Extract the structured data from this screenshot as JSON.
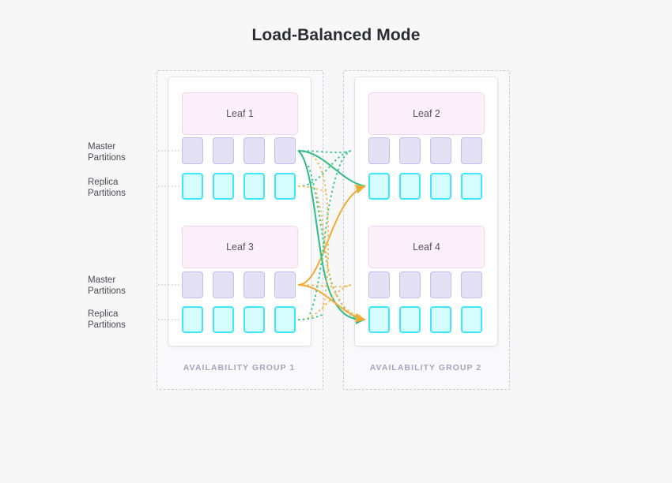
{
  "page": {
    "title": "Load-Balanced Mode",
    "background": "#f7f7f8"
  },
  "colors": {
    "master_fill": "#e4e1f5",
    "master_border": "#c5bdec",
    "replica_fill": "#d6fdff",
    "replica_border": "#41e6fb",
    "leaf_fill": "#fcf0fb",
    "leaf_border": "#f3d4ee",
    "green_flow": "#2fbd82",
    "orange_flow": "#f0ab33",
    "caption": "#a6a3bb",
    "leader_line": "#b9b9c4"
  },
  "availability_groups": [
    {
      "id": "ag1",
      "caption": "AVAILABILITY GROUP 1",
      "leaves": [
        {
          "id": "leaf1",
          "label": "Leaf 1",
          "master_label": "Master Partitions",
          "master_label_line1": "Master",
          "master_label_line2": "Partitions",
          "replica_label": "Replica Partitions",
          "replica_label_line1": "Replica",
          "replica_label_line2": "Partitions",
          "master_partitions": 4,
          "replica_partitions": 4
        },
        {
          "id": "leaf3",
          "label": "Leaf 3",
          "master_label": "Master Partitions",
          "master_label_line1": "Master",
          "master_label_line2": "Partitions",
          "replica_label": "Replica Partitions",
          "replica_label_line1": "Replica",
          "replica_label_line2": "Partitions",
          "master_partitions": 4,
          "replica_partitions": 4
        }
      ]
    },
    {
      "id": "ag2",
      "caption": "AVAILABILITY GROUP 2",
      "leaves": [
        {
          "id": "leaf2",
          "label": "Leaf 2",
          "master_partitions": 4,
          "replica_partitions": 4
        },
        {
          "id": "leaf4",
          "label": "Leaf 4",
          "master_partitions": 4,
          "replica_partitions": 4
        }
      ]
    }
  ],
  "flows": [
    {
      "id": "f1",
      "from": "leaf1-master-4",
      "to": "leaf4-replica-1",
      "color": "#2fbd82",
      "style": "solid",
      "arrow": true
    },
    {
      "id": "f2",
      "from": "leaf1-master-4",
      "to": "leaf2-master-1",
      "color": "#2fbd82",
      "style": "dotted",
      "arrow": false
    },
    {
      "id": "f3",
      "from": "leaf1-master-4",
      "to": "leaf2-replica-1",
      "color": "#2fbd82",
      "style": "solid",
      "arrow": false
    },
    {
      "id": "f4",
      "from": "leaf1-replica-4",
      "to": "leaf2-master-1",
      "color": "#2fbd82",
      "style": "dotted",
      "arrow": false
    },
    {
      "id": "f5",
      "from": "leaf1-replica-4",
      "to": "leaf4-replica-1",
      "color": "#f0ab33",
      "style": "dotted",
      "arrow": false
    },
    {
      "id": "f6",
      "from": "leaf3-master-4",
      "to": "leaf2-replica-1",
      "color": "#f0ab33",
      "style": "solid",
      "arrow": true
    },
    {
      "id": "f7",
      "from": "leaf3-master-4",
      "to": "leaf4-master-1",
      "color": "#f0ab33",
      "style": "dotted",
      "arrow": false
    },
    {
      "id": "f8",
      "from": "leaf3-master-4",
      "to": "leaf4-replica-1",
      "color": "#f0ab33",
      "style": "solid",
      "arrow": true
    },
    {
      "id": "f9",
      "from": "leaf3-replica-4",
      "to": "leaf4-master-1",
      "color": "#f0ab33",
      "style": "dotted",
      "arrow": false
    },
    {
      "id": "f10",
      "from": "leaf3-replica-4",
      "to": "leaf2-master-1",
      "color": "#2fbd82",
      "style": "dotted",
      "arrow": false
    }
  ]
}
